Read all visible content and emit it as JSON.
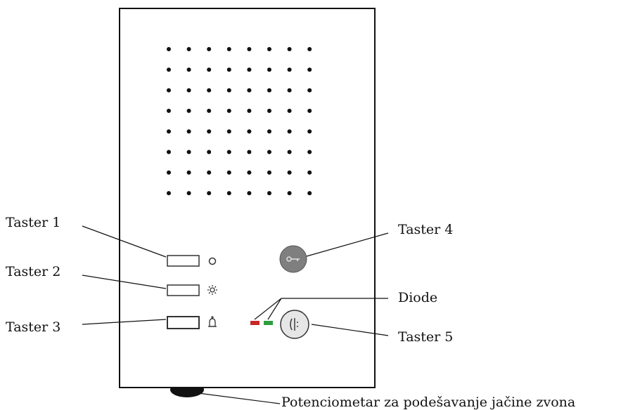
{
  "labels": {
    "taster1": "Taster 1",
    "taster2": "Taster 2",
    "taster3": "Taster 3",
    "taster4": "Taster 4",
    "taster5": "Taster 5",
    "diode": "Diode",
    "potenciometar": "Potenciometar za podešavanje jačine zvona"
  },
  "speaker_grille": {
    "rows": 8,
    "columns": 8
  },
  "icons": {
    "taster1": "circle-icon",
    "taster2": "sun-light-icon",
    "taster3": "bell-icon",
    "taster4": "key-icon",
    "taster5": "handset-icon"
  },
  "colors": {
    "diode_left": "#c62828",
    "diode_right": "#2e9e3e",
    "panel_border": "#111111",
    "key_button": "#7f7f7f",
    "handset_button": "#e6e6e6"
  }
}
